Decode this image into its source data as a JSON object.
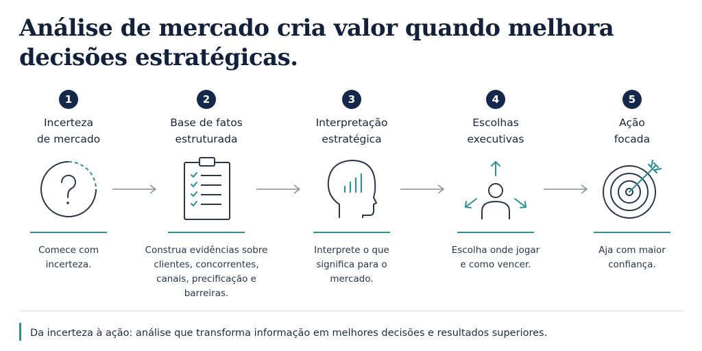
{
  "title": "Análise de mercado cria valor quando melhora decisões estratégicas.",
  "steps": [
    {
      "number": "1",
      "heading": "Incerteza\nde mercado",
      "icon": "question-circle-icon",
      "description": "Comece com\nincerteza."
    },
    {
      "number": "2",
      "heading": "Base de fatos\nestruturada",
      "icon": "clipboard-checklist-icon",
      "description": "Construa evidências sobre\nclientes, concorrentes,\ncanais, precificação e\nbarreiras."
    },
    {
      "number": "3",
      "heading": "Interpretação\nestratégica",
      "icon": "head-chart-icon",
      "description": "Interprete o que\nsignifica para o\nmercado."
    },
    {
      "number": "4",
      "heading": "Escolhas\nexecutivas",
      "icon": "person-directions-icon",
      "description": "Escolha onde jogar\ne como vencer."
    },
    {
      "number": "5",
      "heading": "Ação\nfocada",
      "icon": "target-arrow-icon",
      "description": "Aja com maior\nconfiança."
    }
  ],
  "footer": "Da incerteza à ação: análise que transforma informação em melhores decisões e resultados superiores.",
  "colors": {
    "navy": "#14284b",
    "teal": "#2d8f90",
    "text": "#1f2a3a",
    "arrow": "#8a9099"
  }
}
